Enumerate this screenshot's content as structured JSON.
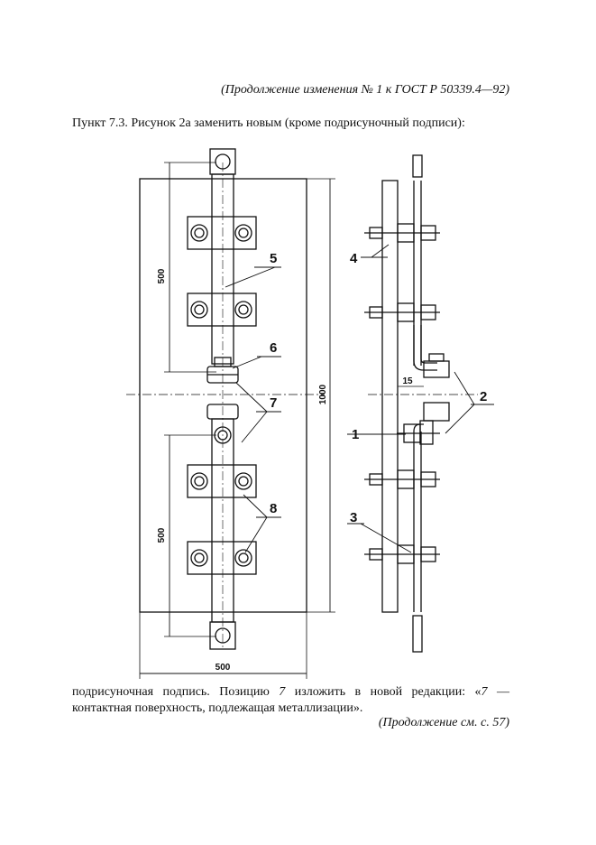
{
  "header": {
    "text": "(Продолжение изменения № 1 к ГОСТ  Р 50339.4—92)"
  },
  "intro": {
    "text": "Пункт 7.3. Рисунок 2а заменить новым (кроме подрисуночный подписи):"
  },
  "drawing": {
    "dimensions": {
      "upper_500": "500",
      "lower_500": "500",
      "width_500": "500",
      "height_1000": "1000",
      "offset_15": "15"
    },
    "front_callouts": [
      "5",
      "6",
      "7",
      "8"
    ],
    "side_callouts": [
      "4",
      "2",
      "1",
      "3"
    ]
  },
  "caption": {
    "part1": "подрисуночная подпись. Позицию ",
    "ref": "7",
    "part2": " изложить в новой редакции: «",
    "ref2": "7",
    "part3": " — контактная поверхность, подлежащая металлизации»."
  },
  "footer": {
    "text": "(Продолжение см. с. 57)"
  }
}
